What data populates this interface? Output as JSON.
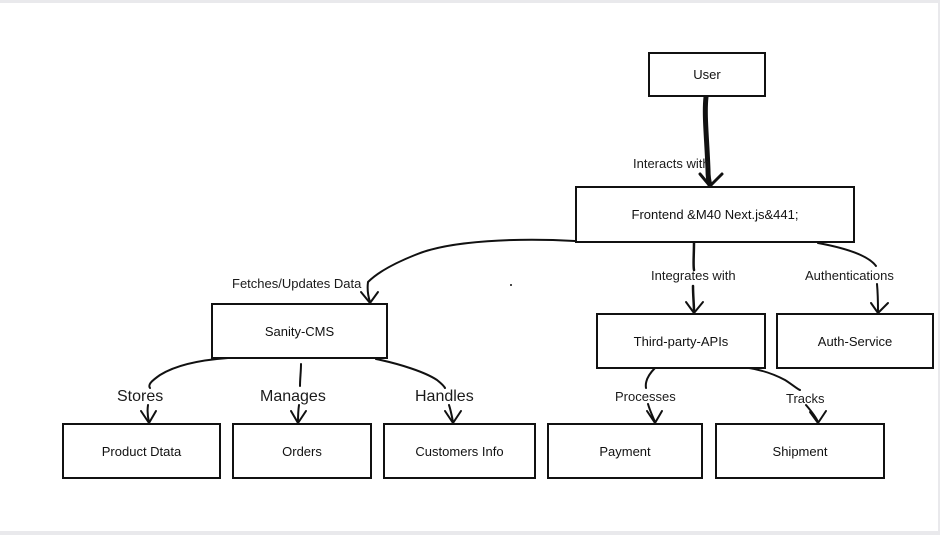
{
  "nodes": {
    "user": "User",
    "frontend": "Frontend &M40 Next.js&441;",
    "sanity": "Sanity-CMS",
    "third_party": "Third-party-APIs",
    "auth": "Auth-Service",
    "product": "Product Dtata",
    "orders": "Orders",
    "customers": "Customers Info",
    "payment": "Payment",
    "shipment": "Shipment"
  },
  "edges": {
    "interacts_with": "Interacts with",
    "fetches_updates": "Fetches/Updates Data",
    "integrates_with": "Integrates with",
    "authentications": "Authentications",
    "stores": "Stores",
    "manages": "Manages",
    "handles": "Handles",
    "processes": "Processes",
    "tracks": "Tracks"
  }
}
